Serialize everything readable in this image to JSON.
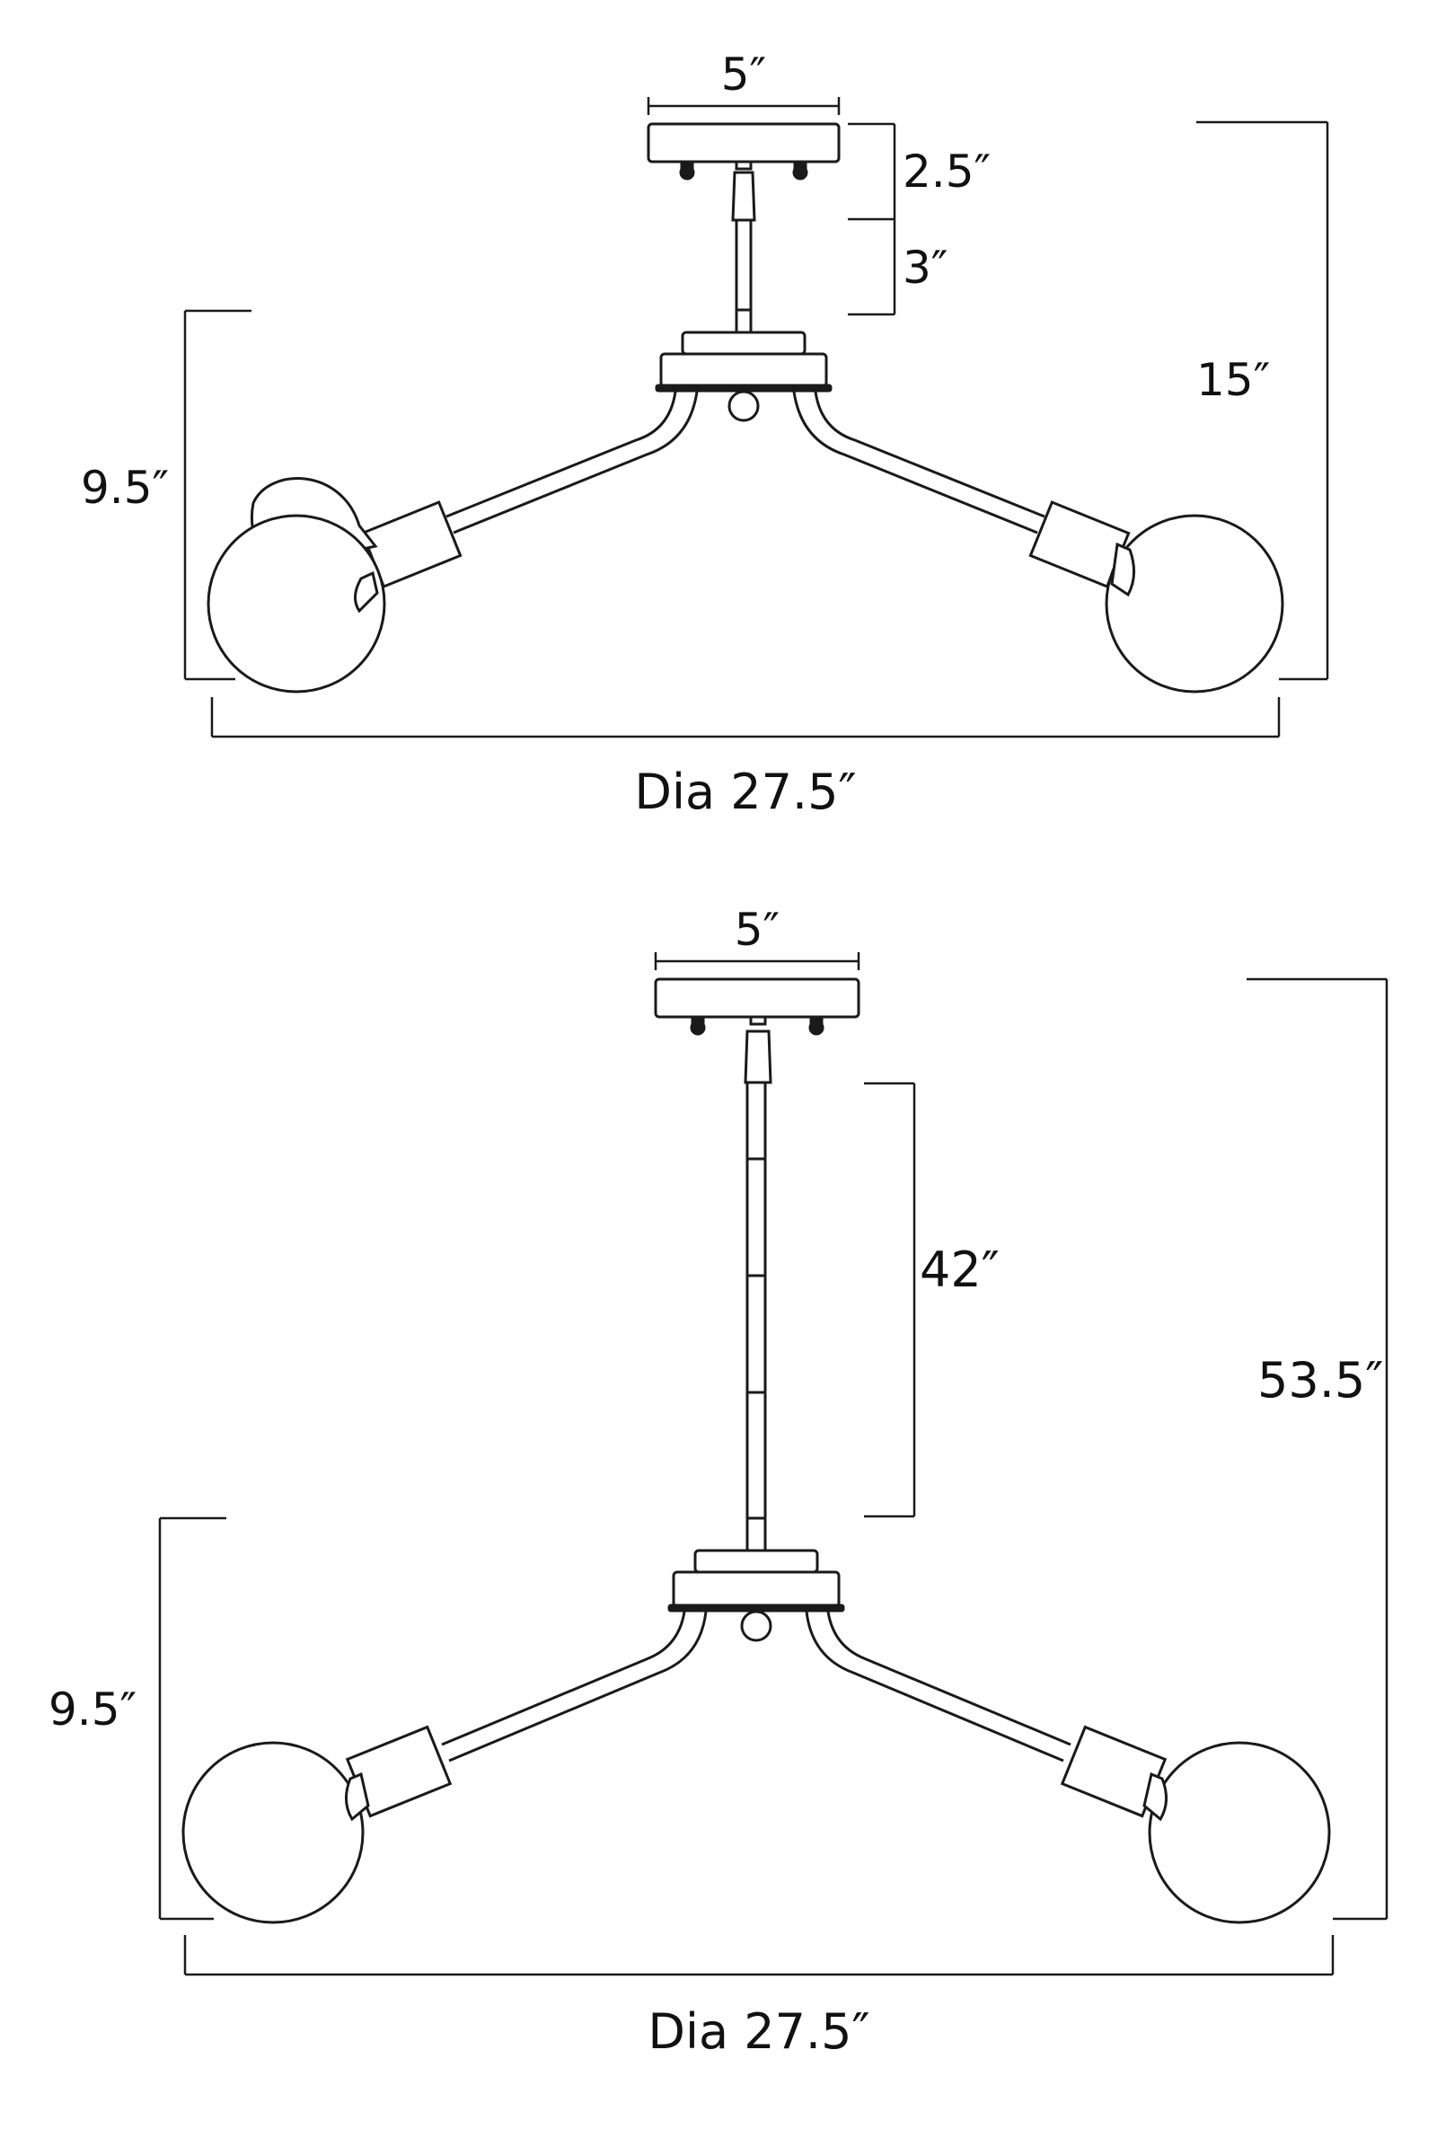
{
  "diagrams": [
    {
      "canopy_width": "5″",
      "canopy_height": "2.5″",
      "rod_length": "3″",
      "overall_height": "15″",
      "arm_height": "9.5″",
      "diameter": "Dia  27.5″"
    },
    {
      "canopy_width": "5″",
      "rod_length": "42″",
      "overall_height": "53.5″",
      "arm_height": "9.5″",
      "diameter": "Dia  27.5″"
    }
  ]
}
